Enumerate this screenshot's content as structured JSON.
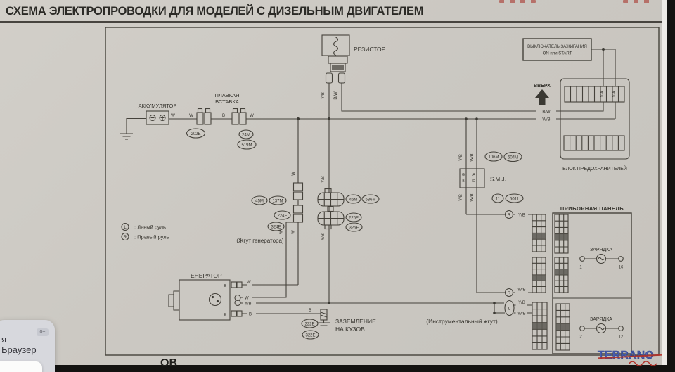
{
  "page": {
    "title": "СХЕМА ЭЛЕКТРОПРОВОДКИ ДЛЯ МОДЕЛЕЙ С ДИЗЕЛЬНЫМ ДВИГАТЕЛЕМ"
  },
  "colors": {
    "paper": "#cbc8c2",
    "ink": "#45423b",
    "accent_red": "#a8372e",
    "watermark_blue": "#4a5fae",
    "edge_dark": "#141311"
  },
  "diagram": {
    "battery": {
      "label": "АККУМУЛЯТОР"
    },
    "fusible_link": {
      "label_line1": "ПЛАВКАЯ",
      "label_line2": "ВСТАВКА"
    },
    "resistor": {
      "label": "РЕЗИСТОР"
    },
    "ignition_switch": {
      "label_line1": "ВЫКЛЮЧАТЕЛЬ ЗАЖИГАНИЯ",
      "label_line2": "ON или START"
    },
    "direction_up": {
      "label": "ВВЕРХ"
    },
    "fuse_block": {
      "label": "БЛОК ПРЕДОХРАНИТЕЛЕЙ",
      "fuse_rating": "10A"
    },
    "smj": {
      "label": "S.M.J.",
      "pin_g": "G",
      "pin_b": "B",
      "pin_a": "A",
      "pin_d": "D"
    },
    "instrument_panel": {
      "label": "ПРИБОРНАЯ ПАНЕЛЬ"
    },
    "generator": {
      "label": "ГЕНЕРАТОР",
      "terminal_b": "B",
      "terminal_e": "E"
    },
    "body_ground": {
      "label_line1": "ЗАЗЕМЛЕНИЕ",
      "label_line2": "НА КУЗОВ"
    },
    "charge_top": {
      "label": "ЗАРЯДКА",
      "pin_left": "1",
      "pin_right": "16"
    },
    "charge_bottom": {
      "label": "ЗАРЯДКА",
      "pin_left": "2",
      "pin_right": "12"
    },
    "legend": {
      "lhd_symbol": "L",
      "lhd_label": ":  Левый руль",
      "rhd_symbol": "R",
      "rhd_label": ":  Правый руль"
    },
    "harness_generator": {
      "label": "(Жгут генератора)"
    },
    "harness_instrument": {
      "label": "(Инструментальный жгут)"
    },
    "wire_colors": {
      "w": "W",
      "b": "B",
      "yb": "Y/B",
      "bw": "B/W",
      "wb": "W/B"
    },
    "rhd_marker": "R",
    "l_marker": "L",
    "connectors": {
      "c202e": "202E",
      "c24m": "24M",
      "c519m": "519M",
      "c45m": "45M",
      "c137m": "137M",
      "c224e": "224E",
      "c324e": "324E",
      "c46m": "46M",
      "c536m": "536M",
      "c225e": "225E",
      "c325e": "325E",
      "c106m": "106M",
      "c604m": "604M",
      "c11": "11",
      "c5011": "5011",
      "c222e": "222E",
      "c322e": "322E"
    }
  },
  "overlay": {
    "truncated_line": "я",
    "app_name": "Браузер",
    "badge": "0+",
    "page_fragment": "ОВ"
  },
  "watermark": {
    "text": "TERRANO"
  }
}
